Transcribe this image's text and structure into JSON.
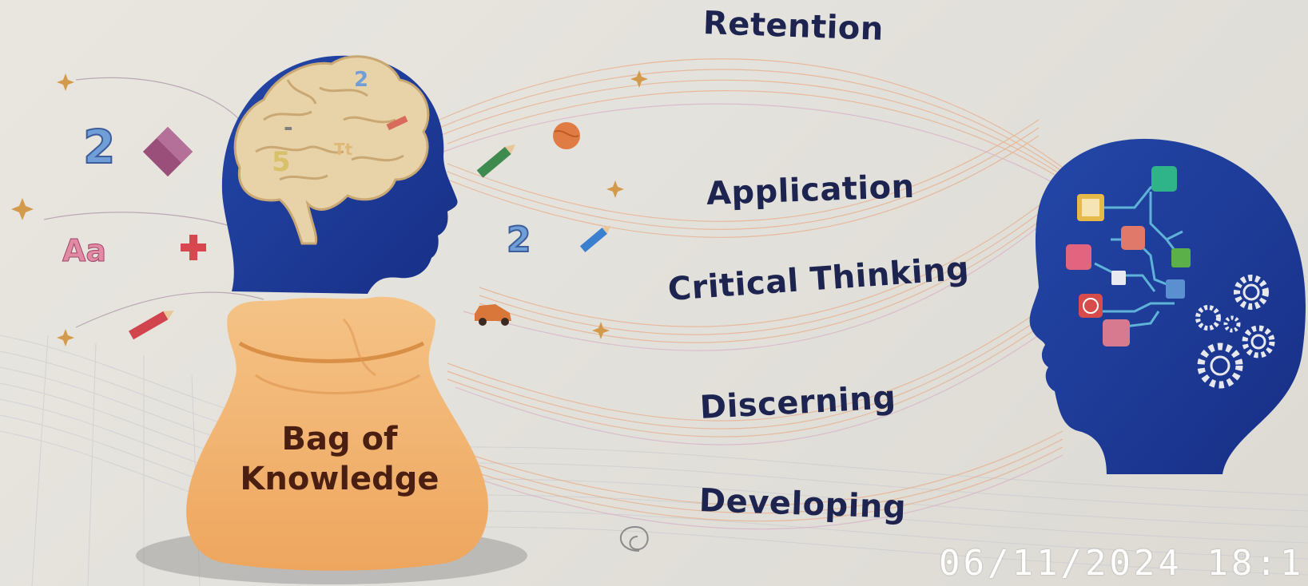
{
  "skills": {
    "retention": "Retention",
    "application": "Application",
    "critical_thinking": "Critical Thinking",
    "discerning": "Discerning",
    "developing": "Developing"
  },
  "bag": {
    "line1": "Bag of",
    "line2": "Knowledge"
  },
  "doodles": {
    "number_two": "2",
    "aa": "Aa",
    "plus": "+",
    "five": "5",
    "tt": "Tt",
    "minus": "-"
  },
  "timestamp": "06/11/2024  18:1",
  "colors": {
    "head_blue": "#1f3f9a",
    "head_dark": "#1a2f86",
    "bag_orange": "#f2b46b",
    "label_navy": "#1d2450",
    "brain_beige": "#e8d3a8"
  }
}
